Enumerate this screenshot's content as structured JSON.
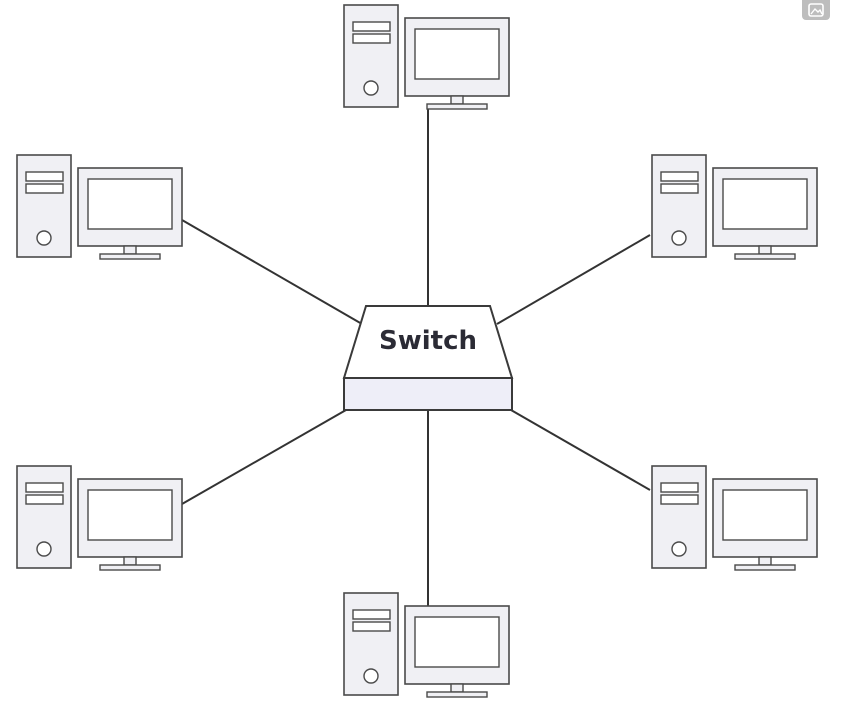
{
  "switch": {
    "label": "Switch"
  },
  "computers": [
    {
      "id": "top"
    },
    {
      "id": "upper-left"
    },
    {
      "id": "upper-right"
    },
    {
      "id": "lower-left"
    },
    {
      "id": "lower-right"
    },
    {
      "id": "bottom"
    }
  ],
  "colors": {
    "stroke": "#4a4a4a",
    "device_fill": "#f0f0f4",
    "screen_fill": "#ffffff",
    "switch_base_fill": "#eeeef8",
    "corner_button": "#bdbdbd"
  },
  "corner_icon": "image-icon"
}
